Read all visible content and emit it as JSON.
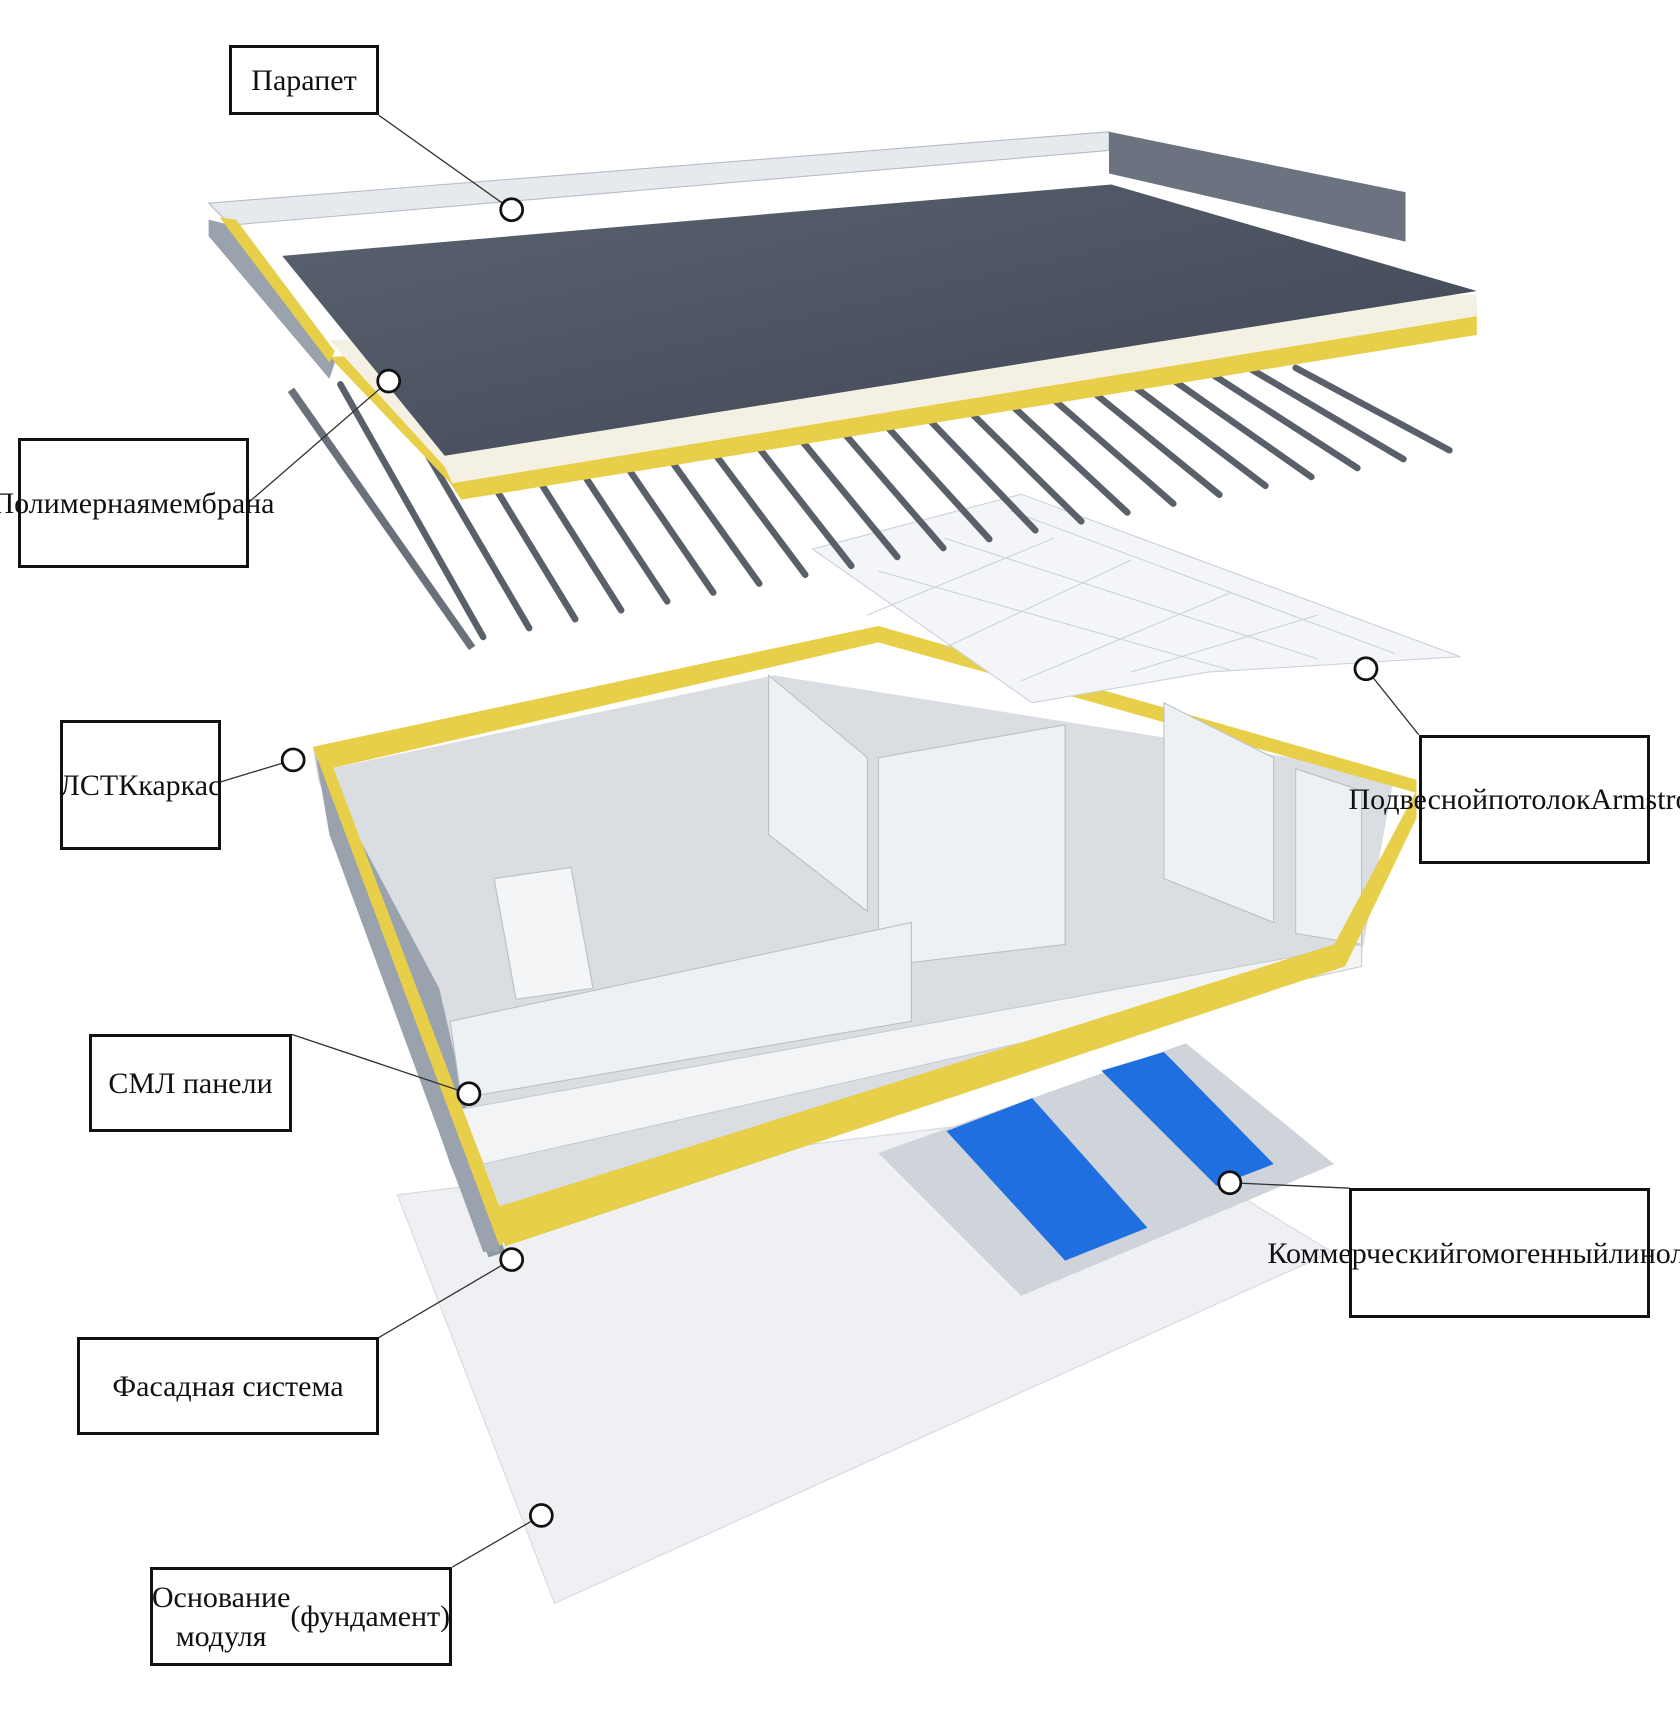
{
  "title": "Модульное здание — состав конструкции",
  "colors": {
    "insulation": "#e8cf4a",
    "membrane": "#4a5260",
    "linoleum": "#1f6fe0",
    "frame": "#8a929c",
    "wall": "#eef1f4"
  },
  "labels": {
    "parapet": {
      "lines": [
        "Парапет"
      ]
    },
    "membrane": {
      "lines": [
        "Полимерная",
        "мембрана"
      ]
    },
    "frame": {
      "lines": [
        "ЛСТК",
        "каркас"
      ]
    },
    "sml": {
      "lines": [
        "СМЛ панели"
      ]
    },
    "facade": {
      "lines": [
        "Фасадная система"
      ]
    },
    "base": {
      "lines": [
        "Основание модуля",
        "(фундамент)"
      ]
    },
    "ceiling": {
      "lines": [
        "Подвесной",
        "потолок",
        "Armstrong"
      ]
    },
    "linoleum": {
      "lines": [
        "Коммерческий",
        "гомогенный",
        "линолеум"
      ]
    }
  }
}
